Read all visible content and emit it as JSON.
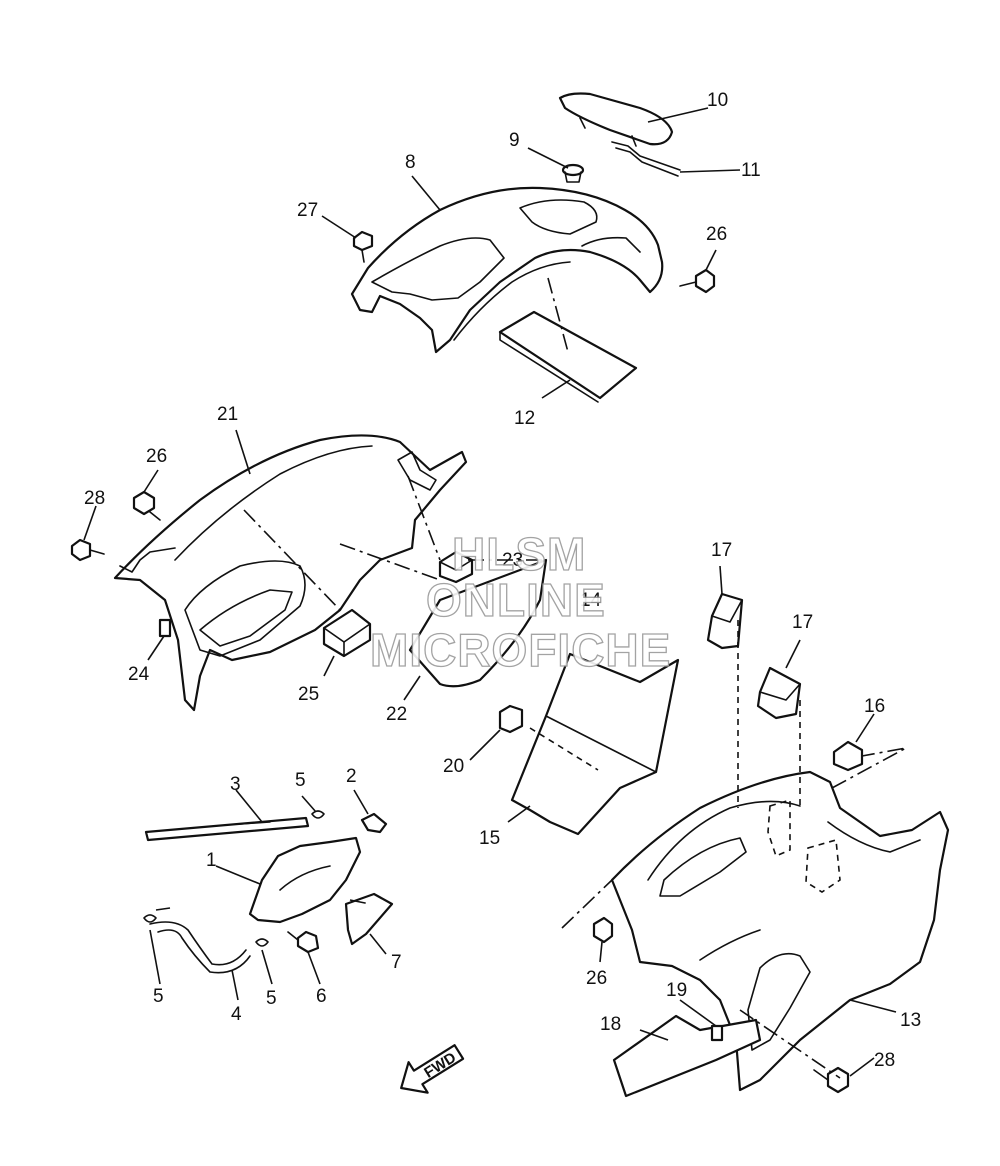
{
  "diagram": {
    "callouts": [
      "1",
      "2",
      "3",
      "4",
      "5",
      "6",
      "7",
      "8",
      "9",
      "10",
      "11",
      "12",
      "13",
      "14",
      "15",
      "16",
      "17",
      "18",
      "19",
      "20",
      "21",
      "22",
      "23",
      "24",
      "25",
      "26",
      "27",
      "28"
    ]
  },
  "watermark": {
    "line1": "HLSM",
    "line2": "ONLINE",
    "line3": "MICROFICHE"
  },
  "direction_arrow": {
    "label": "FWD"
  }
}
